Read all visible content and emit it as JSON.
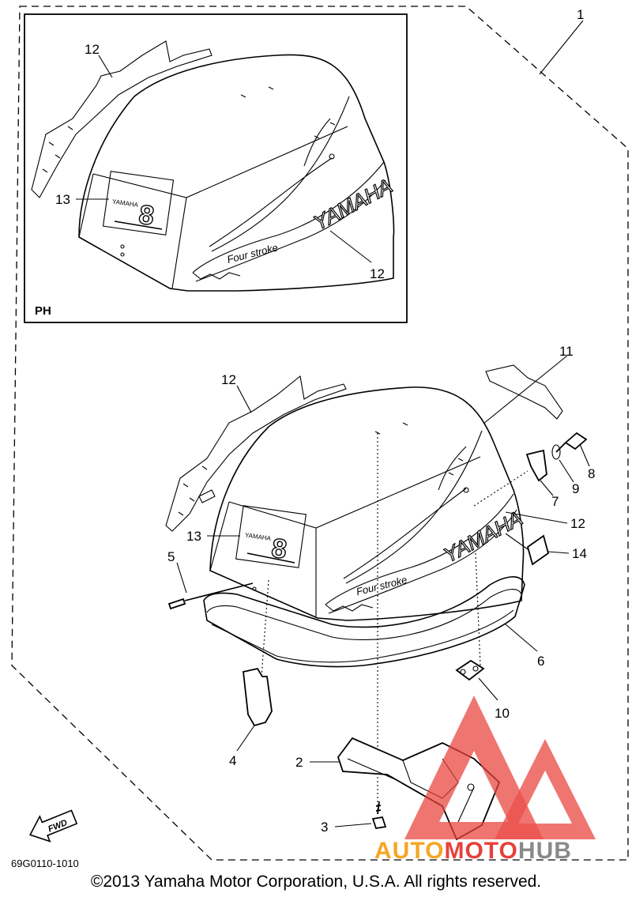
{
  "diagram": {
    "inset_label": "PH",
    "diagram_code": "69G0110-1010",
    "copyright": "©2013 Yamaha Motor Corporation, U.S.A. All rights reserved.",
    "fwd_label": "FWD",
    "decal_brand": "YAMAHA",
    "decal_fourstroke": "Four stroke",
    "decal_hp": "8",
    "decal_small_brand": "YAMAHA",
    "watermark": {
      "part1": "AUTO",
      "part2": "MOTO",
      "part3": "HUB",
      "color_orange": "#f5a623",
      "color_red": "#e8403a",
      "color_gray": "#8a8a8a"
    },
    "callouts": {
      "c1": "1",
      "c2": "2",
      "c3": "3",
      "c4": "4",
      "c5": "5",
      "c6": "6",
      "c7": "7",
      "c8": "8",
      "c9": "9",
      "c10": "10",
      "c11": "11",
      "c12_inset_top": "12",
      "c12_inset_side": "12",
      "c13_inset": "13",
      "c12_main_top": "12",
      "c12_main_side": "12",
      "c13_main": "13",
      "c14": "14"
    }
  }
}
